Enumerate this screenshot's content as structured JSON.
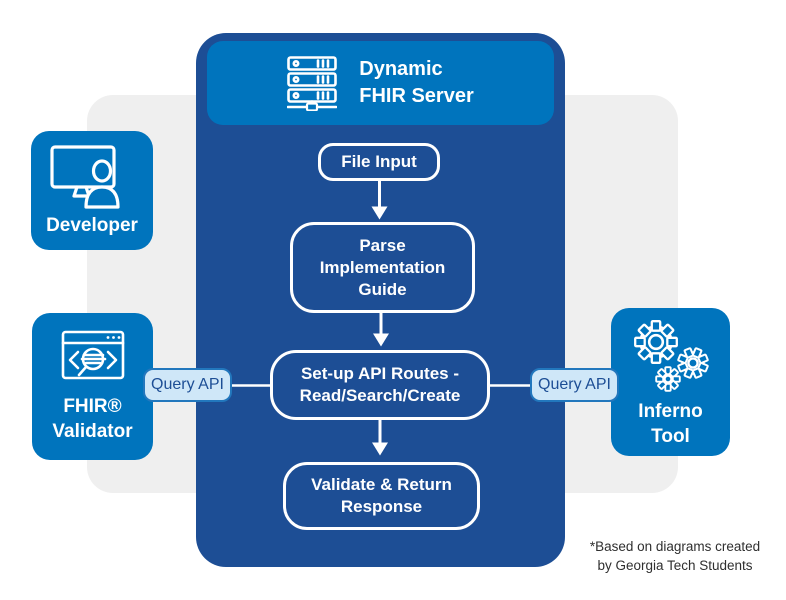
{
  "header": {
    "title_lines": [
      "Dynamic",
      "FHIR Server"
    ],
    "icon": "server-rack-icon"
  },
  "flow": {
    "file_input": {
      "lines": [
        "File Input"
      ]
    },
    "parse_guide": {
      "lines": [
        "Parse",
        "Implementation",
        "Guide"
      ]
    },
    "setup_routes": {
      "lines": [
        "Set-up API Routes -",
        "Read/Search/Create"
      ]
    },
    "validate_response": {
      "lines": [
        "Validate & Return",
        "Response"
      ]
    }
  },
  "actors": {
    "developer": {
      "lines": [
        "Developer"
      ],
      "icon": "developer-monitor-user-icon"
    },
    "fhir_validator": {
      "lines": [
        "FHIR®",
        "Validator"
      ],
      "icon": "code-validator-browser-icon"
    },
    "inferno_tool": {
      "lines": [
        "Inferno",
        "Tool"
      ],
      "icon": "gears-icon"
    }
  },
  "connectors": {
    "left_pill": "Query API",
    "right_pill": "Query API"
  },
  "footer": {
    "lines": [
      "*Based on diagrams created",
      "by Georgia Tech Students"
    ]
  },
  "colors": {
    "dark_blue": "#1d4e95",
    "bright_blue": "#0074bd",
    "pill_fill": "#cfe7f8",
    "pill_border": "#2277bd",
    "panel_gray": "#efefef",
    "white": "#ffffff",
    "footer_text": "#2f2f2f"
  }
}
